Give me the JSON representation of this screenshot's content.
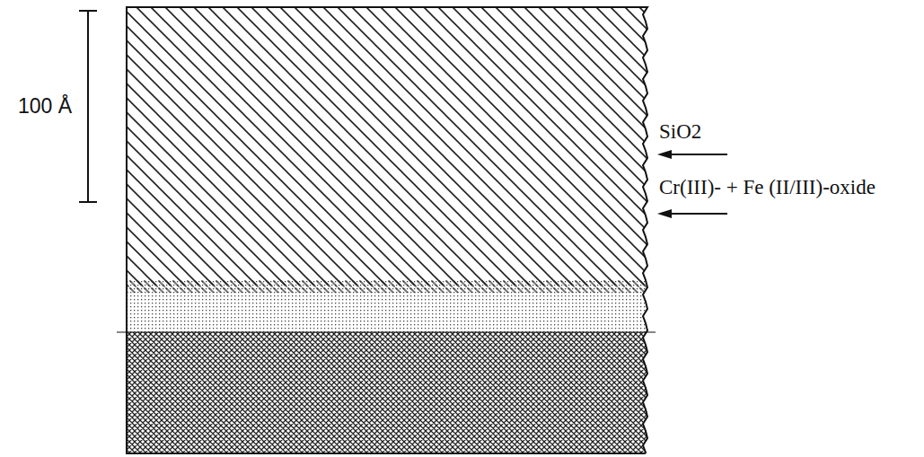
{
  "diagram": {
    "labels": [
      "100 Å",
      "SiO2",
      "Cr(III)- + Fe (II/III)-oxide"
    ]
  }
}
